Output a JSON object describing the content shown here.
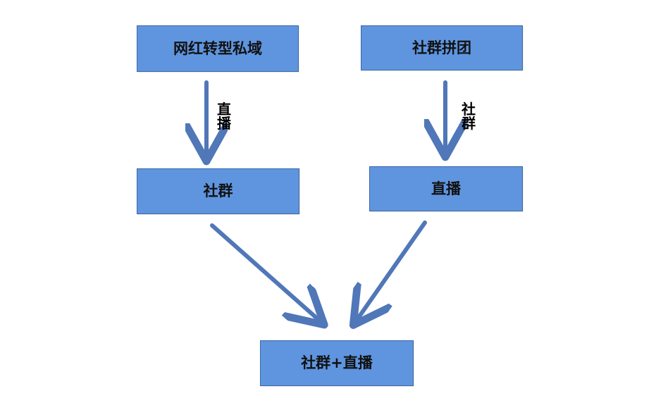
{
  "diagram": {
    "nodes": {
      "top_left": "网红转型私域",
      "top_right": "社群拼团",
      "middle_left": "社群",
      "middle_right": "直播",
      "bottom": "社群+直播"
    },
    "edge_labels": {
      "left": [
        "直",
        "播"
      ],
      "right": [
        "社",
        "群"
      ]
    },
    "colors": {
      "node_fill": "#5f95df",
      "node_border": "#3e67a6",
      "arrow": "#5077b8",
      "text": "#111111"
    }
  }
}
